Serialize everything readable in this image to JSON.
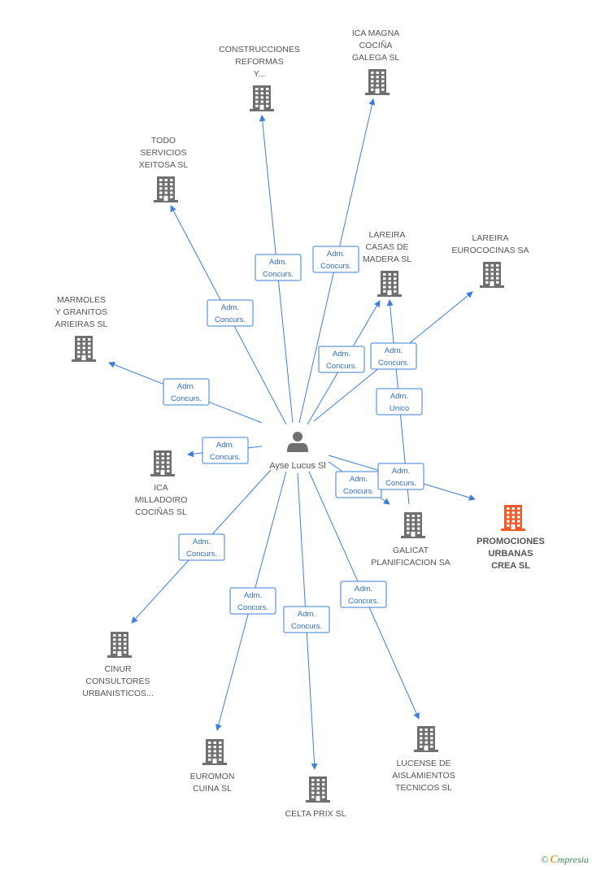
{
  "person": {
    "name": "Ayse Lucus Sl",
    "icon": "person-icon"
  },
  "companies": [
    {
      "id": "construcciones",
      "lines": [
        "CONSTRUCCIONES",
        "REFORMAS",
        "Y..."
      ],
      "icon": "building-icon",
      "focus": false
    },
    {
      "id": "ica-magna",
      "lines": [
        "ICA MAGNA",
        "COCIÑA",
        "GALEGA SL"
      ],
      "icon": "building-icon",
      "focus": false
    },
    {
      "id": "todo-servicios",
      "lines": [
        "TODO",
        "SERVICIOS",
        "XEITOSA SL"
      ],
      "icon": "building-icon",
      "focus": false
    },
    {
      "id": "lareira-casas",
      "lines": [
        "LAREIRA",
        "CASAS DE",
        "MADERA SL"
      ],
      "icon": "building-icon",
      "focus": false
    },
    {
      "id": "lareira-eurococinas",
      "lines": [
        "LAREIRA",
        "EUROCOCINAS SA"
      ],
      "icon": "building-icon",
      "focus": false
    },
    {
      "id": "marmoles",
      "lines": [
        "MARMOLES",
        "Y GRANITOS",
        "ARIEIRAS SL"
      ],
      "icon": "building-icon",
      "focus": false
    },
    {
      "id": "ica-milladoiro",
      "lines": [
        "ICA",
        "MILLADOIRO",
        "COCIÑAS SL"
      ],
      "icon": "building-icon",
      "focus": false
    },
    {
      "id": "galicat",
      "lines": [
        "GALICAT",
        "PLANIFICACION SA"
      ],
      "icon": "building-icon",
      "focus": false
    },
    {
      "id": "promociones",
      "lines": [
        "PROMOCIONES",
        "URBANAS",
        "CREA SL"
      ],
      "icon": "building-icon",
      "focus": true,
      "color": "#f05a28"
    },
    {
      "id": "cinur",
      "lines": [
        "CINUR",
        "CONSULTORES",
        "URBANISTICOS..."
      ],
      "icon": "building-icon",
      "focus": false
    },
    {
      "id": "euromon",
      "lines": [
        "EUROMON",
        "CUINA SL"
      ],
      "icon": "building-icon",
      "focus": false
    },
    {
      "id": "celta-prix",
      "lines": [
        "CELTA PRIX SL"
      ],
      "icon": "building-icon",
      "focus": false
    },
    {
      "id": "lucense",
      "lines": [
        "LUCENSE DE",
        "AISLAMIENTOS",
        "TECNICOS SL"
      ],
      "icon": "building-icon",
      "focus": false
    }
  ],
  "relations": [
    {
      "to": "construcciones",
      "lines": [
        "Adm.",
        "Concurs."
      ]
    },
    {
      "to": "ica-magna",
      "lines": [
        "Adm.",
        "Concurs."
      ]
    },
    {
      "to": "todo-servicios",
      "lines": [
        "Adm.",
        "Concurs."
      ]
    },
    {
      "to": "lareira-casas",
      "lines": [
        "Adm.",
        "Concurs."
      ]
    },
    {
      "to": "lareira-eurococinas",
      "lines": [
        "Adm.",
        "Concurs."
      ]
    },
    {
      "to": "marmoles",
      "lines": [
        "Adm.",
        "Concurs."
      ]
    },
    {
      "to": "ica-milladoiro",
      "lines": [
        "Adm.",
        "Concurs."
      ]
    },
    {
      "to": "galicat",
      "lines": [
        "Adm.",
        "Concurs."
      ]
    },
    {
      "to": "promociones",
      "lines": [
        "Adm.",
        "Concurs."
      ]
    },
    {
      "to": "cinur",
      "lines": [
        "Adm.",
        "Concurs."
      ]
    },
    {
      "to": "euromon",
      "lines": [
        "Adm.",
        "Concurs."
      ]
    },
    {
      "to": "celta-prix",
      "lines": [
        "Adm.",
        "Concurs."
      ]
    },
    {
      "to": "lucense",
      "lines": [
        "Adm.",
        "Concurs."
      ]
    },
    {
      "from": "galicat",
      "to": "lareira-casas",
      "lines": [
        "Adm.",
        "Unico"
      ]
    }
  ],
  "colors": {
    "edge": "#3d7fd8",
    "building": "#6f6f6f",
    "focus": "#f05a28",
    "text": "#555555"
  },
  "footer": {
    "copyright": "©",
    "brand_first": "C",
    "brand_rest": "mpresia"
  }
}
